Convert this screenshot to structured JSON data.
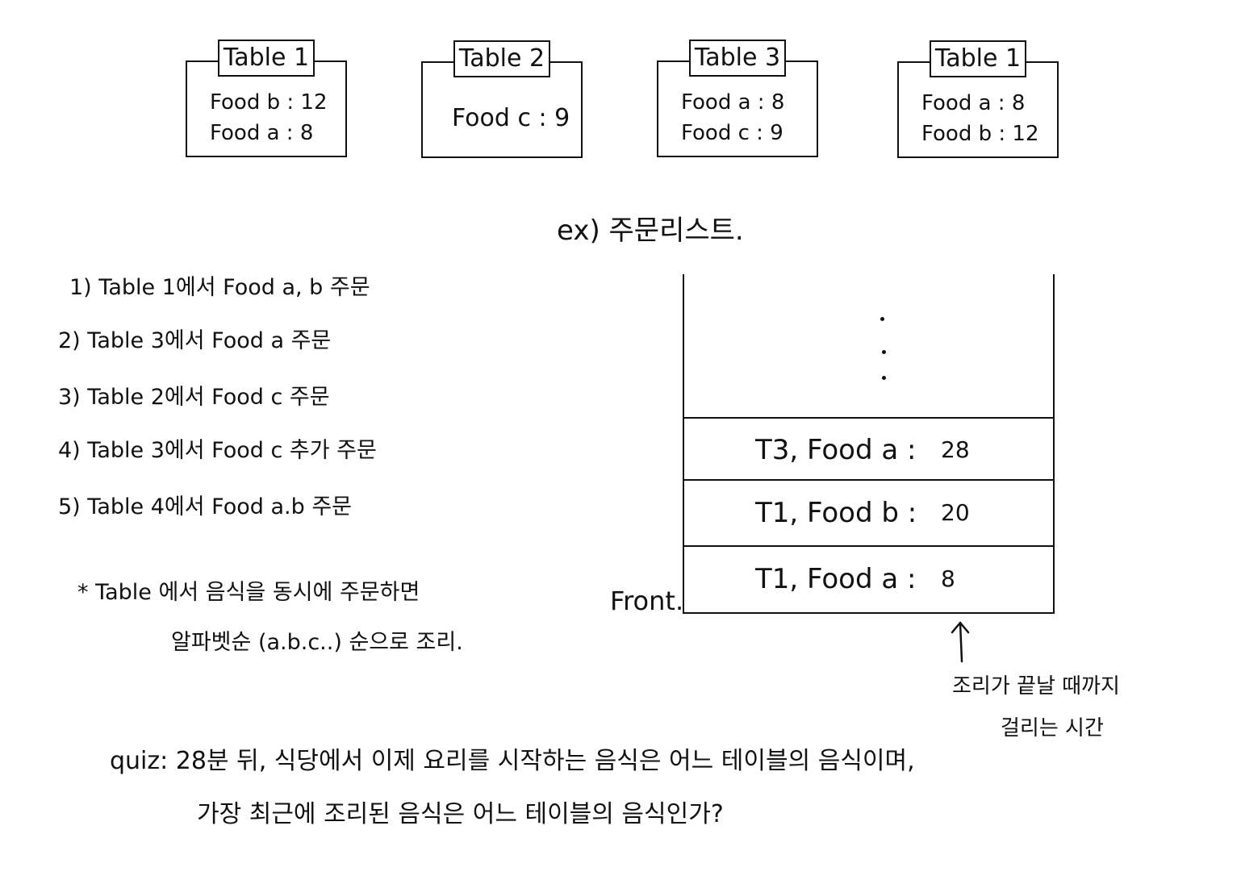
{
  "tables": [
    {
      "label": "Table 1",
      "items": [
        "Food  b : 12",
        "Food  a : 8"
      ]
    },
    {
      "label": "Table 2",
      "items": [
        "Food c : 9"
      ]
    },
    {
      "label": "Table 3",
      "items": [
        "Food a : 8",
        "Food c : 9"
      ]
    },
    {
      "label": "Table 1",
      "items": [
        "Food a : 8",
        "Food b : 12"
      ]
    }
  ],
  "title": "ex) 주문리스트.",
  "orders": [
    "1) Table 1에서 Food a, b 주문",
    "2) Table 3에서 Food a 주문",
    "3) Table 2에서 Food c 주문",
    "4) Table 3에서 Food c 추가 주문",
    "5) Table 4에서 Food a.b 주문"
  ],
  "note": {
    "line1": "* Table 에서 음식을 동시에 주문하면",
    "line2": "알파벳순 (a.b.c..) 순으로 조리."
  },
  "queue": {
    "items": [
      {
        "label": "T3, Food a :",
        "time": "28"
      },
      {
        "label": "T1, Food b :",
        "time": "20"
      },
      {
        "label": "T1, Food a :",
        "time": "8"
      }
    ],
    "front_label": "Front.",
    "arrow_caption_line1": "조리가 끝날 때까지",
    "arrow_caption_line2": "걸리는 시간"
  },
  "quiz": {
    "line1": "quiz: 28분 뒤, 식당에서 이제 요리를 시작하는 음식은 어느 테이블의 음식이며,",
    "line2": "가장 최근에 조리된 음식은 어느 테이블의 음식인가?"
  }
}
